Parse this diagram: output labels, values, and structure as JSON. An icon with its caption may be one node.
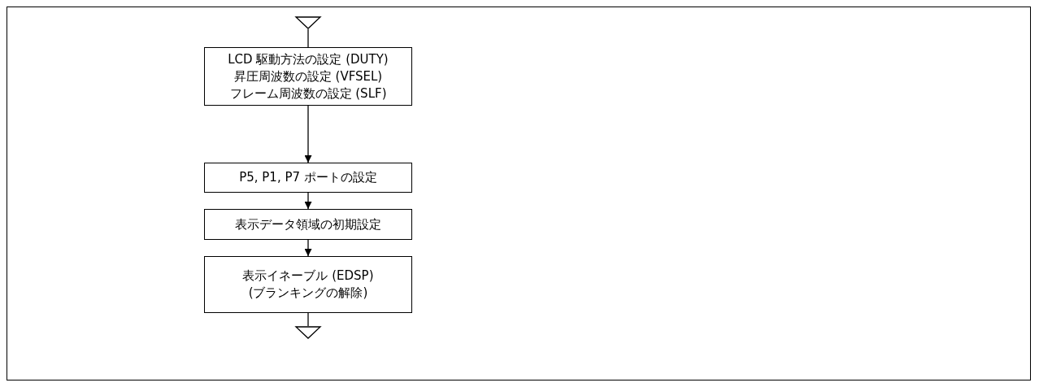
{
  "diagram": {
    "nodes": [
      {
        "text": [],
        "shape": "triangle"
      },
      {
        "text": [
          "LCD 駆動方法の設定 (DUTY)",
          "昇圧周波数の設定 (VFSEL)",
          "フレーム周波数の設定 (SLF)"
        ]
      },
      {
        "text": [
          "P5, P1, P7 ポートの設定"
        ]
      },
      {
        "text": [
          "表示データ領域の初期設定"
        ]
      },
      {
        "text": [
          "表示イネーブル (EDSP)",
          "(ブランキングの解除)"
        ]
      },
      {
        "text": [],
        "shape": "triangle"
      }
    ],
    "edges": [
      {
        "from": 0,
        "to": 1,
        "arrow": "none"
      },
      {
        "from": 1,
        "to": 2,
        "arrow": "to"
      },
      {
        "from": 2,
        "to": 3,
        "arrow": "to"
      },
      {
        "from": 3,
        "to": 4,
        "arrow": "to"
      },
      {
        "from": 4,
        "to": 5,
        "arrow": "none"
      }
    ]
  }
}
